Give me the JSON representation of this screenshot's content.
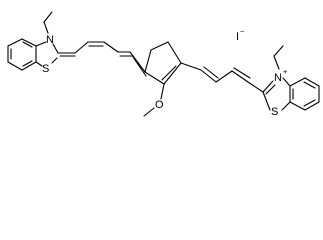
{
  "molecule": {
    "atom_labels": {
      "n_left": "N",
      "s_left": "S",
      "methoxy_o": "O",
      "n_right": "N",
      "n_right_charge": "+",
      "s_right": "S"
    },
    "counterion": {
      "symbol": "I",
      "charge": "−"
    }
  }
}
